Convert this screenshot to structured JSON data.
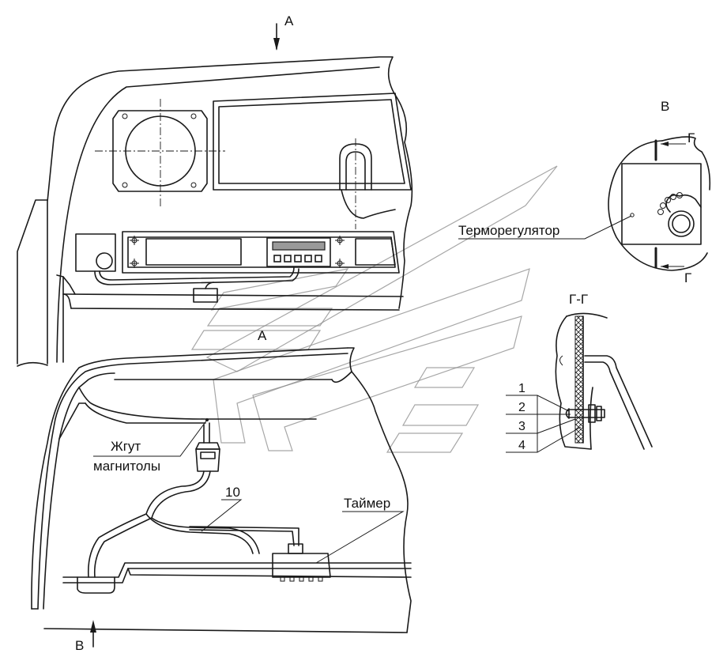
{
  "labels": {
    "view_a_arrow": "А",
    "view_a_title": "А",
    "view_b_arrow": "В",
    "view_b_title": "В",
    "section_g_top": "Г",
    "section_g_bottom": "Г",
    "section_title": "Г-Г",
    "thermoregulator": "Терморегулятор",
    "harness_line1": "Жгут",
    "harness_line2": "магнитолы",
    "timer": "Таймер",
    "part_10": "10",
    "part_1": "1",
    "part_2": "2",
    "part_3": "3",
    "part_4": "4"
  }
}
